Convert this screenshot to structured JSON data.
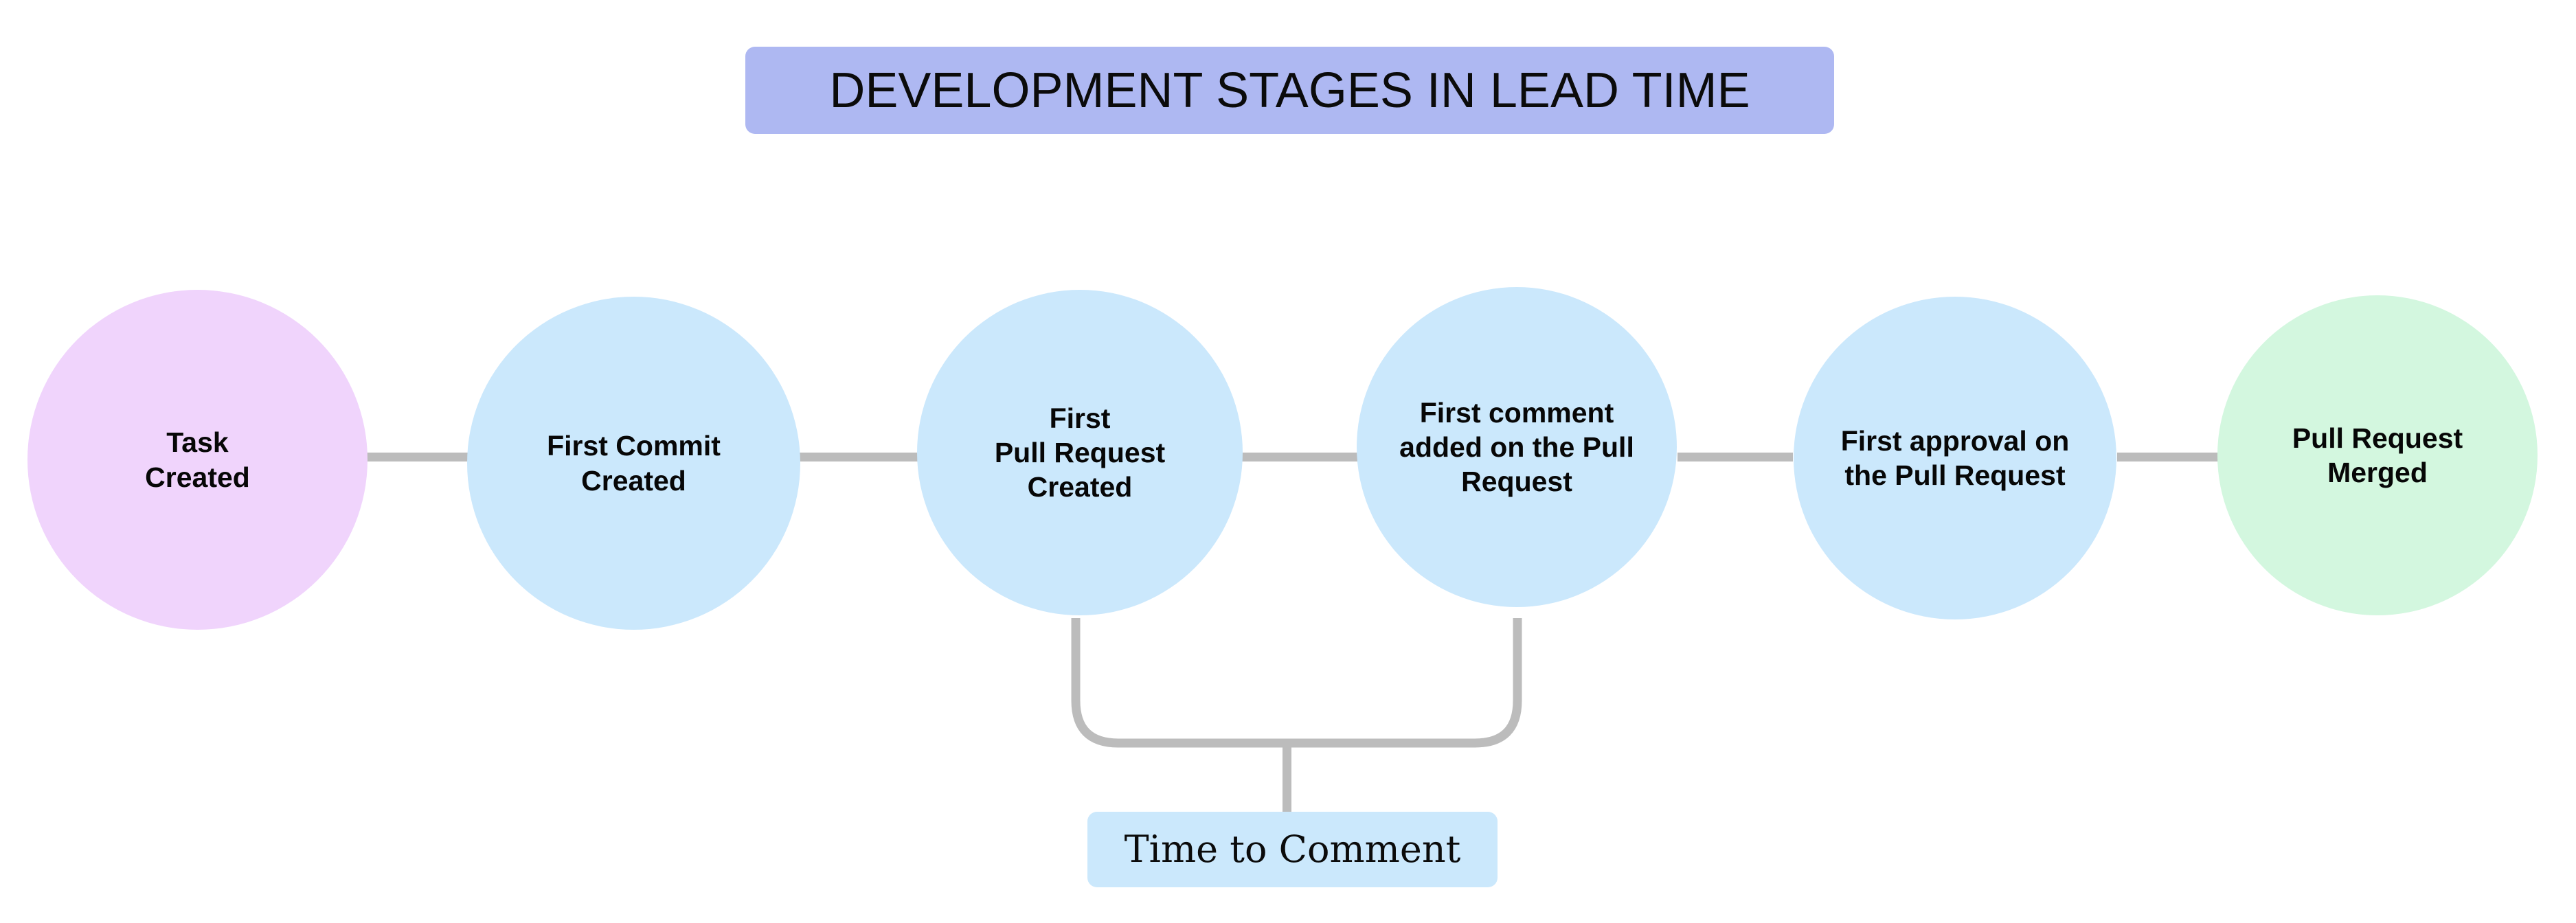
{
  "diagram": {
    "title": "DEVELOPMENT STAGES IN LEAD TIME",
    "type": "horizontal-flow-timeline",
    "colors": {
      "title_bg": "#aeb8f2",
      "start_node": "#f0d4fc",
      "middle_node": "#cbe8fc",
      "end_node": "#d3f7df",
      "connector": "#bcbcbc",
      "callout_bg": "#cbe8fc",
      "text": "#070707",
      "background": "#ffffff"
    },
    "nodes": [
      {
        "id": "task-created",
        "label": "Task\nCreated",
        "fill": "#f0d4fc",
        "order": 1
      },
      {
        "id": "first-commit",
        "label": "First Commit\nCreated",
        "fill": "#cbe8fc",
        "order": 2
      },
      {
        "id": "first-pr",
        "label": "First\nPull Request\nCreated",
        "fill": "#cbe8fc",
        "order": 3
      },
      {
        "id": "first-comment",
        "label": "First comment\nadded on the Pull\nRequest",
        "fill": "#cbe8fc",
        "order": 4
      },
      {
        "id": "first-approval",
        "label": "First approval on\nthe Pull Request",
        "fill": "#cbe8fc",
        "order": 5
      },
      {
        "id": "pr-merged",
        "label": "Pull Request\nMerged",
        "fill": "#d3f7df",
        "order": 6
      }
    ],
    "callouts": [
      {
        "id": "time-to-comment",
        "label": "Time to Comment",
        "spans_from": "first-pr",
        "spans_to": "first-comment"
      }
    ]
  }
}
